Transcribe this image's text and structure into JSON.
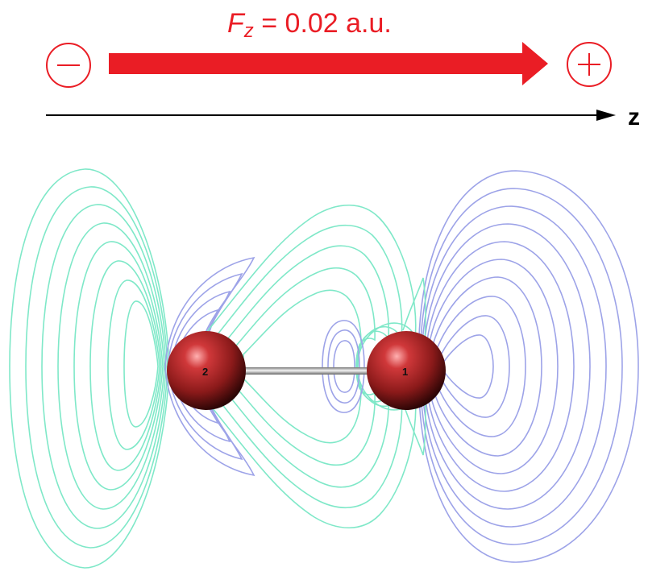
{
  "field": {
    "symbol": "F",
    "subscript": "z",
    "rest": " = 0.02 a.u.",
    "color": "#ea1d25",
    "negative_pole": "−",
    "positive_pole": "+"
  },
  "axis": {
    "label": "z"
  },
  "atoms": [
    {
      "label": "2",
      "color": "#8b1a1a"
    },
    {
      "label": "1",
      "color": "#8b1a1a"
    }
  ],
  "contours": {
    "positive_color": "#9da3e8",
    "negative_color": "#7fe8c8"
  }
}
